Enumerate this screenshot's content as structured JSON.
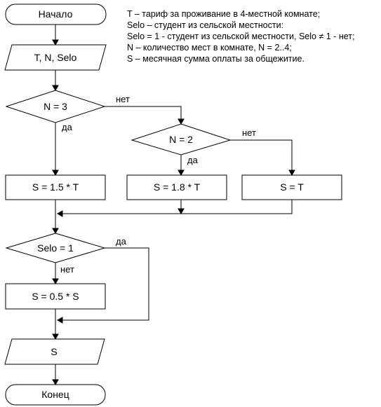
{
  "nodes": {
    "start": "Начало",
    "input": "T, N, Selo",
    "cond_n3": "N = 3",
    "cond_n2": "N = 2",
    "s15": "S = 1.5 * T",
    "s18": "S = 1.8 * T",
    "st": "S = T",
    "cond_selo": "Selo = 1",
    "s05": "S = 0.5 * S",
    "output": "S",
    "end": "Конец"
  },
  "edge_labels": {
    "n3_no": "нет",
    "n3_yes": "да",
    "n2_no": "нет",
    "n2_yes": "да",
    "selo_yes": "да",
    "selo_no": "нет"
  },
  "legend": [
    "T – тариф за проживание в 4-местной комнате;",
    "Selo – студент из сельской местности:",
    "Selo = 1 - студент из сельской местности, Selo ≠ 1 - нет;",
    "N – количество мест в комнате, N = 2..4;",
    "S – месячная сумма оплаты за общежитие."
  ]
}
